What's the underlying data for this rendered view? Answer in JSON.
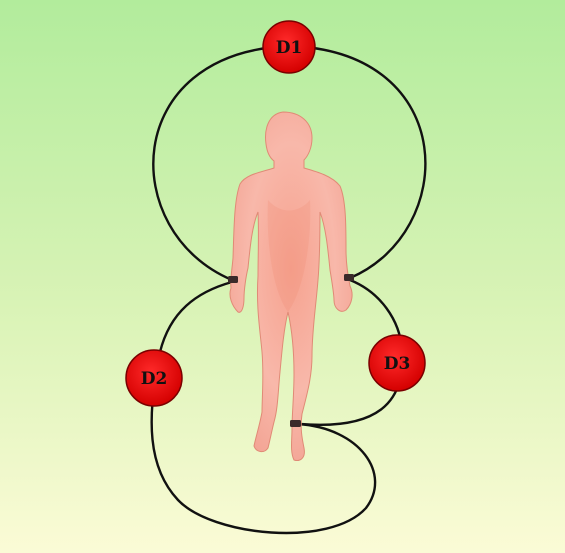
{
  "colors": {
    "background_top": "#b2ec9c",
    "background_bottom": "#fbfbd6",
    "body_fill_light": "#f8b3a6",
    "body_fill_dark": "#f3917c",
    "body_outline": "#d97a66",
    "electrode_fill": "#e30e0e",
    "wire": "#111111"
  },
  "figure": {
    "description_icon": "human-body-silhouette"
  },
  "electrodes": [
    {
      "id": "d1",
      "label": "D1"
    },
    {
      "id": "d2",
      "label": "D2"
    },
    {
      "id": "d3",
      "label": "D3"
    }
  ]
}
